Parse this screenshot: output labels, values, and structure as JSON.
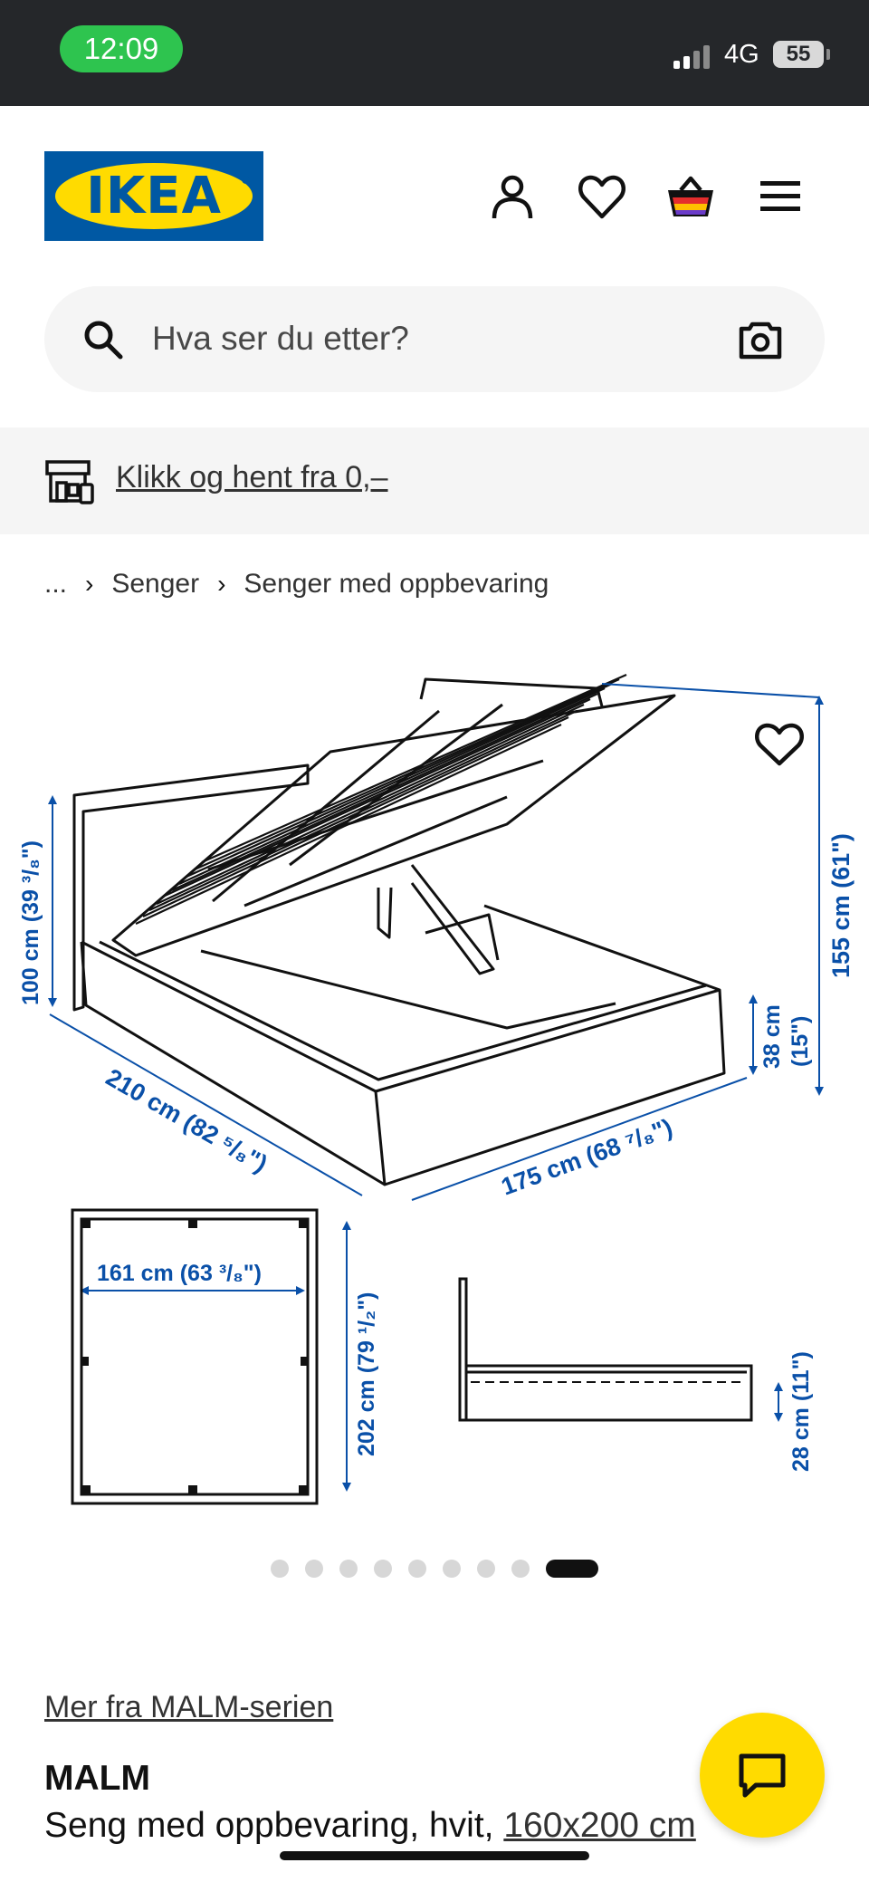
{
  "status_bar": {
    "time": "12:09",
    "network": "4G",
    "battery": "55"
  },
  "header": {
    "logo_text": "IKEA",
    "icons": [
      "user-icon",
      "heart-icon",
      "basket-icon",
      "menu-icon"
    ]
  },
  "search": {
    "placeholder": "Hva ser du etter?",
    "icons": [
      "search-icon",
      "camera-icon"
    ]
  },
  "promo": {
    "text": "Klikk og hent fra 0,–",
    "icon": "store-pickup-icon"
  },
  "breadcrumb": {
    "ellipsis": "...",
    "items": [
      "Senger",
      "Senger med oppbevaring"
    ]
  },
  "gallery": {
    "dimensions": {
      "headboard_height": "100 cm (39 ³/₈\")",
      "lifted_height": "155 cm (61\")",
      "length": "210 cm (82 ⁵/₈\")",
      "width": "175 cm (68 ⁷/₈\")",
      "frame_height": "38 cm",
      "frame_height_in": "(15\")",
      "inner_width": "161 cm (63 ³/₈\")",
      "inner_length": "202 cm (79 ¹/₂\")",
      "clearance": "28 cm (11\")"
    },
    "image_count": 9,
    "active_index": 8
  },
  "product": {
    "series_link": "Mer fra MALM-serien",
    "name": "MALM",
    "description_prefix": "Seng med oppbevaring, hvit, ",
    "size": "160x200 cm"
  },
  "colors": {
    "ikea_blue": "#0058a3",
    "ikea_yellow": "#ffdb00",
    "dimension_blue": "#0a50a8"
  }
}
